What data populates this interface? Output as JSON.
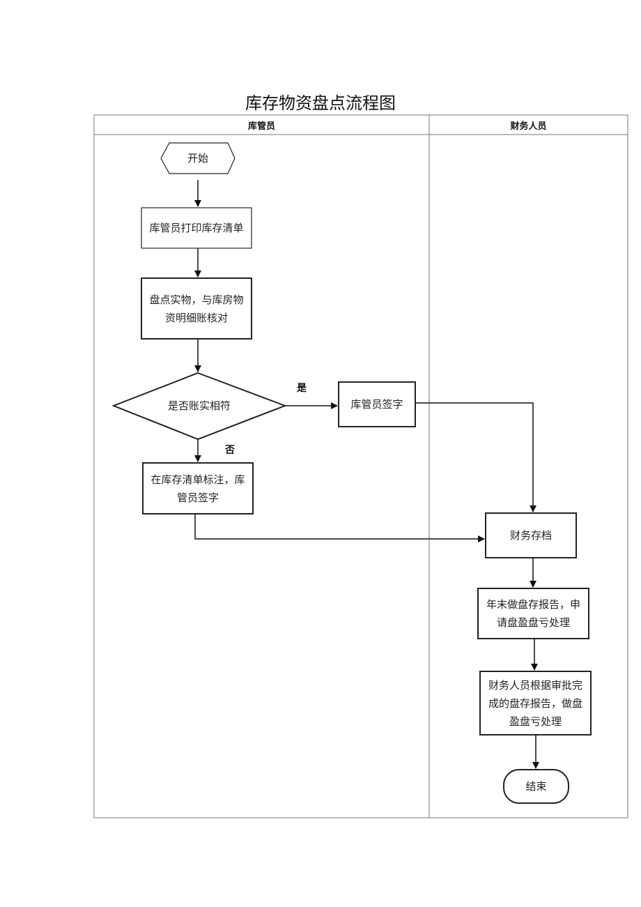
{
  "title": "库存物资盘点流程图",
  "lanes": {
    "left": "库管员",
    "right": "财务人员"
  },
  "nodes": {
    "start": "开始",
    "print": "库管员打印库存清单",
    "check": "盘点实物，与库房物资明细账核对",
    "decision": "是否账实相符",
    "sign": "库管员签字",
    "mark": "在库存清单标注，库管员签字",
    "archive": "财务存档",
    "report": "年末做盘存报告，申请盘盈盘亏处理",
    "finance": "财务人员根据审批完成的盘存报告，做盘盈盘亏处理",
    "end": "结束"
  },
  "branches": {
    "yes": "是",
    "no": "否"
  }
}
